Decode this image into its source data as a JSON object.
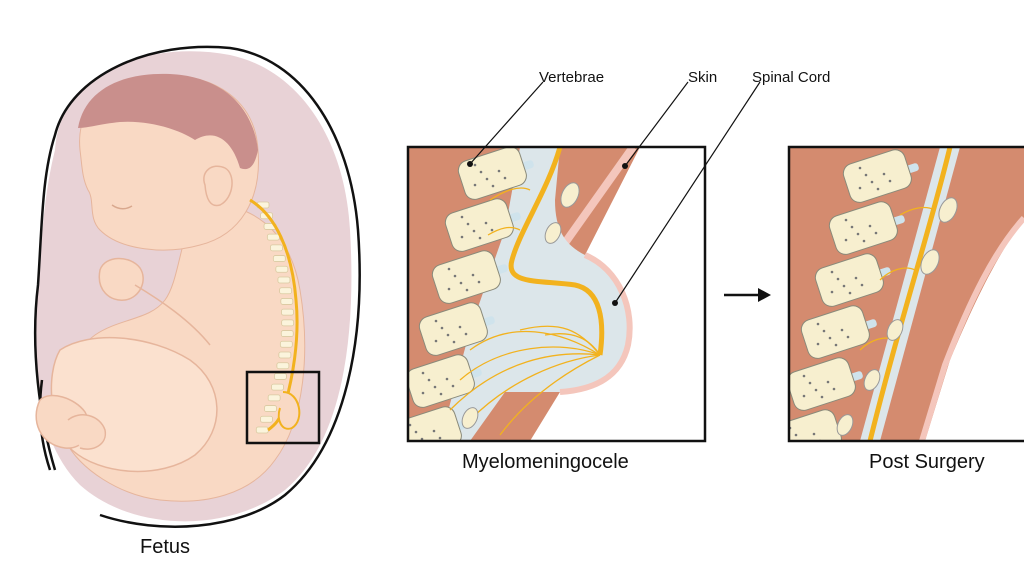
{
  "labels": {
    "vertebrae": "Vertebrae",
    "skin": "Skin",
    "spinal_cord": "Spinal Cord"
  },
  "captions": {
    "fetus": "Fetus",
    "myelomeningocele": "Myelomeningocele",
    "post_surgery": "Post Surgery"
  },
  "colors": {
    "skin_tone": "#f9d9c4",
    "amniotic": "#e8d2d6",
    "hair": "#c98f8c",
    "muscle": "#d48b6f",
    "skin_layer": "#f4c6bc",
    "vertebra": "#f7efcf",
    "disc": "#cfe3ec",
    "nerve": "#f2b21e",
    "csf_sac": "#dce6ea",
    "outline": "#111111"
  },
  "icons": {
    "arrow": "arrow-right-icon"
  }
}
